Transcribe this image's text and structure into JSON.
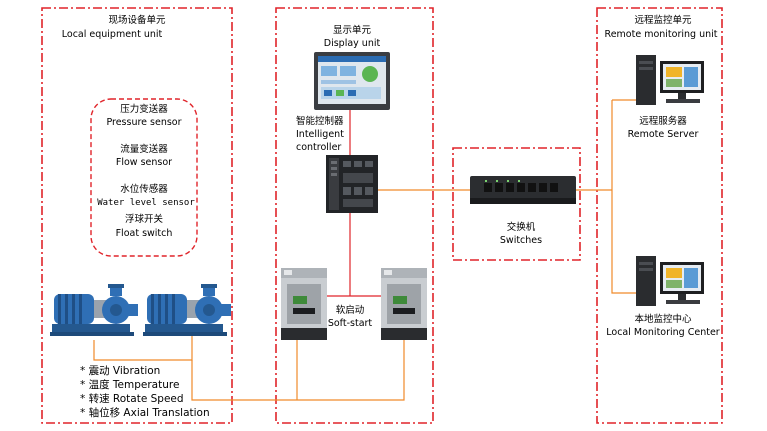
{
  "local_unit": {
    "title_cn": "现场设备单元",
    "title_en": "Local equipment unit",
    "sensors": [
      {
        "cn": "压力变送器",
        "en": "Pressure sensor"
      },
      {
        "cn": "流量变送器",
        "en": "Flow sensor"
      },
      {
        "cn": "水位传感器",
        "en": "Water level sensor"
      },
      {
        "cn": "浮球开关",
        "en": "Float switch"
      }
    ],
    "measurements": [
      "* 震动 Vibration",
      "* 温度 Temperature",
      "* 转速 Rotate Speed",
      "* 轴位移 Axial Translation"
    ]
  },
  "display_unit": {
    "cn": "显示单元",
    "en": "Display unit"
  },
  "controller": {
    "cn": "智能控制器",
    "en_line1": "Intelligent",
    "en_line2": "controller"
  },
  "soft_start": {
    "cn": "软启动",
    "en": "Soft-start"
  },
  "switches": {
    "cn": "交换机",
    "en": "Switches"
  },
  "remote_unit": {
    "title_cn": "远程监控单元",
    "title_en": "Remote monitoring unit",
    "server_cn": "远程服务器",
    "server_en": "Remote Server",
    "center_cn": "本地监控中心",
    "center_en": "Local Monitoring Center"
  },
  "colors": {
    "dashed_border": "#e0242a",
    "wire_red": "#e0242a",
    "wire_orange": "#f08a2a",
    "pump_blue": "#2f6fb5"
  }
}
